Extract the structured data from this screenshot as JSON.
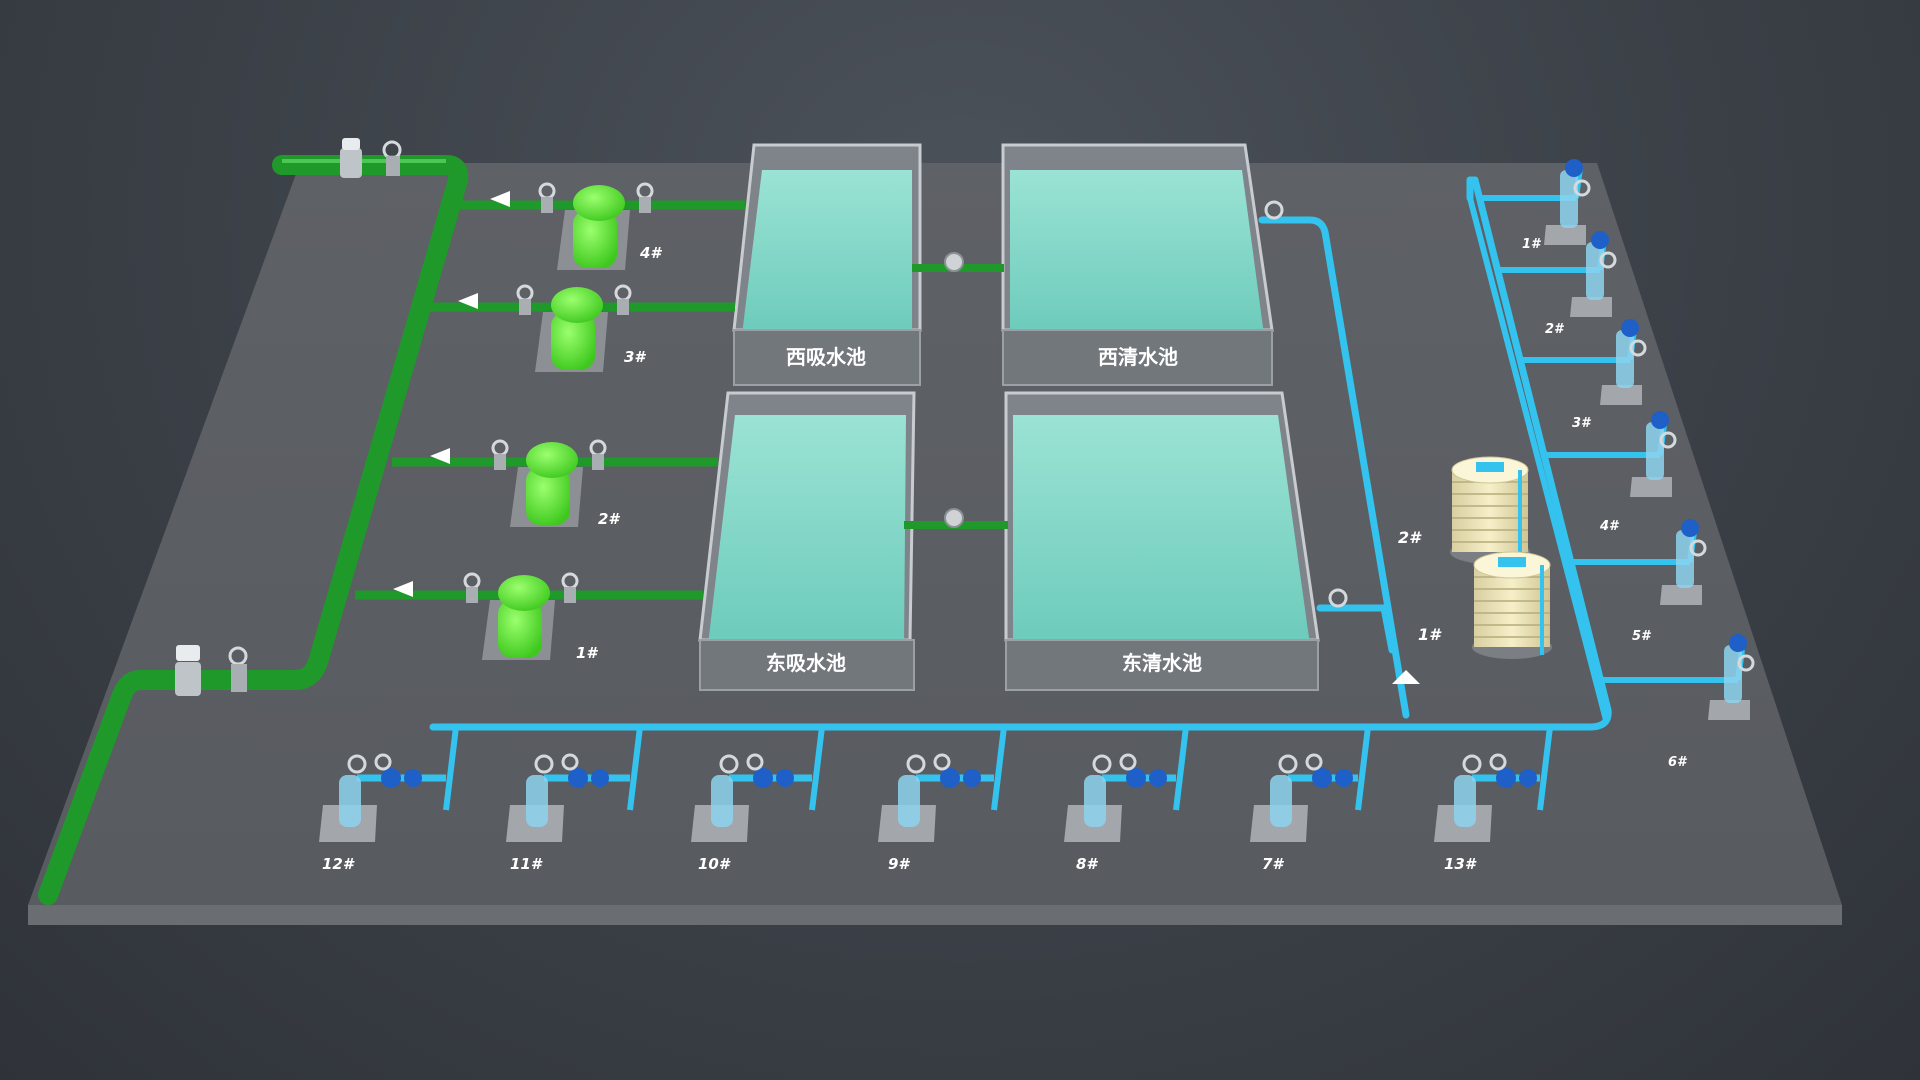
{
  "pools": {
    "west_suction": "西吸水池",
    "west_clear": "西清水池",
    "east_suction": "东吸水池",
    "east_clear": "东清水池"
  },
  "green_pumps": [
    "4#",
    "3#",
    "2#",
    "1#"
  ],
  "tanks": [
    "2#",
    "1#"
  ],
  "right_wells": [
    "1#",
    "2#",
    "3#",
    "4#",
    "5#",
    "6#"
  ],
  "bottom_wells": [
    "12#",
    "11#",
    "10#",
    "9#",
    "8#",
    "7#",
    "13#"
  ],
  "colors": {
    "green_pipe": "#1f9a2a",
    "green_pump": "#5ee63a",
    "blue_pipe": "#33c3ee",
    "water": "#7fd8c8",
    "platform": "#5b5e63"
  }
}
